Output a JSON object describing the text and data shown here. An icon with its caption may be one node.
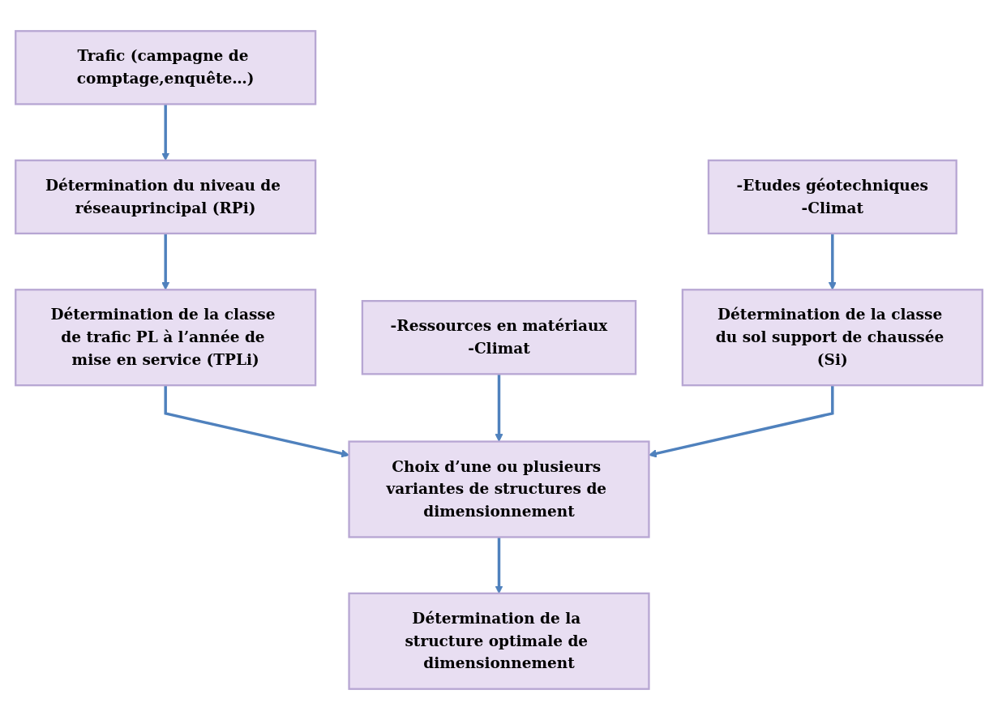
{
  "diagram": {
    "nodes": [
      {
        "text": [
          "Trafic (campagne de comptage,enquête…)"
        ]
      },
      {
        "text": [
          "-Ressources en matériaux",
          "-Climat"
        ]
      },
      {
        "text": [
          "-Etudes géotechniques",
          "-Climat"
        ]
      },
      {
        "text": [
          "Détermination du niveau de réseauprincipal (RPi)"
        ]
      },
      {
        "text": [
          "Détermination de la classe de trafic PL à l’année de mise en service (TPLi)"
        ]
      },
      {
        "text": [
          "Détermination de la classe du sol support de chaussée (Si)"
        ]
      },
      {
        "text": [
          "Choix d’une ou plusieurs variantes de structures de dimensionnement"
        ]
      },
      {
        "text": [
          "Détermination de la structure optimale de dimensionnement"
        ]
      }
    ],
    "edges": [
      {
        "from": 0,
        "to": 3,
        "arrow": "to"
      },
      {
        "from": 3,
        "to": 4,
        "arrow": "to"
      },
      {
        "from": 4,
        "to": 6,
        "arrow": "to"
      },
      {
        "from": 1,
        "to": 6,
        "arrow": "to"
      },
      {
        "from": 2,
        "to": 5,
        "arrow": "to"
      },
      {
        "from": 5,
        "to": 6,
        "arrow": "to"
      },
      {
        "from": 6,
        "to": 7,
        "arrow": "to"
      }
    ]
  }
}
